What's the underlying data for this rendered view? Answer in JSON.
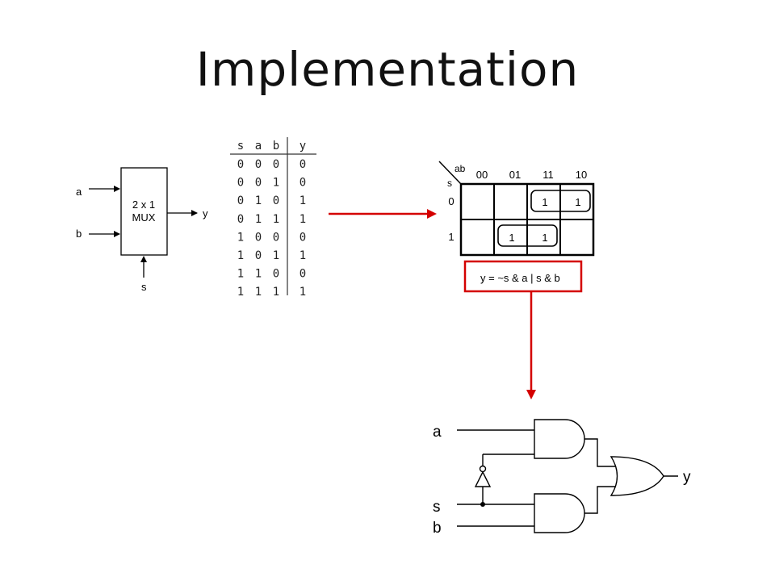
{
  "slide": {
    "title": "Implementation"
  },
  "mux": {
    "label_line1": "2 x 1",
    "label_line2": "MUX",
    "input_a": "a",
    "input_b": "b",
    "select": "s",
    "output": "y"
  },
  "truth_table": {
    "headers": [
      "s",
      "a",
      "b",
      "y"
    ],
    "rows": [
      [
        "0",
        "0",
        "0",
        "0"
      ],
      [
        "0",
        "0",
        "1",
        "0"
      ],
      [
        "0",
        "1",
        "0",
        "1"
      ],
      [
        "0",
        "1",
        "1",
        "1"
      ],
      [
        "1",
        "0",
        "0",
        "0"
      ],
      [
        "1",
        "0",
        "1",
        "1"
      ],
      [
        "1",
        "1",
        "0",
        "0"
      ],
      [
        "1",
        "1",
        "1",
        "1"
      ]
    ]
  },
  "kmap": {
    "col_var": "ab",
    "row_var": "s",
    "col_headers": [
      "00",
      "01",
      "11",
      "10"
    ],
    "row_headers": [
      "0",
      "1"
    ],
    "cells": [
      [
        "",
        "",
        "1",
        "1"
      ],
      [
        "",
        "1",
        "1",
        ""
      ]
    ]
  },
  "expression": "y = ~s & a | s & b",
  "circuit": {
    "input_a": "a",
    "input_s": "s",
    "input_b": "b",
    "output": "y"
  },
  "colors": {
    "arrow": "#d40000",
    "box": "#d40000"
  }
}
